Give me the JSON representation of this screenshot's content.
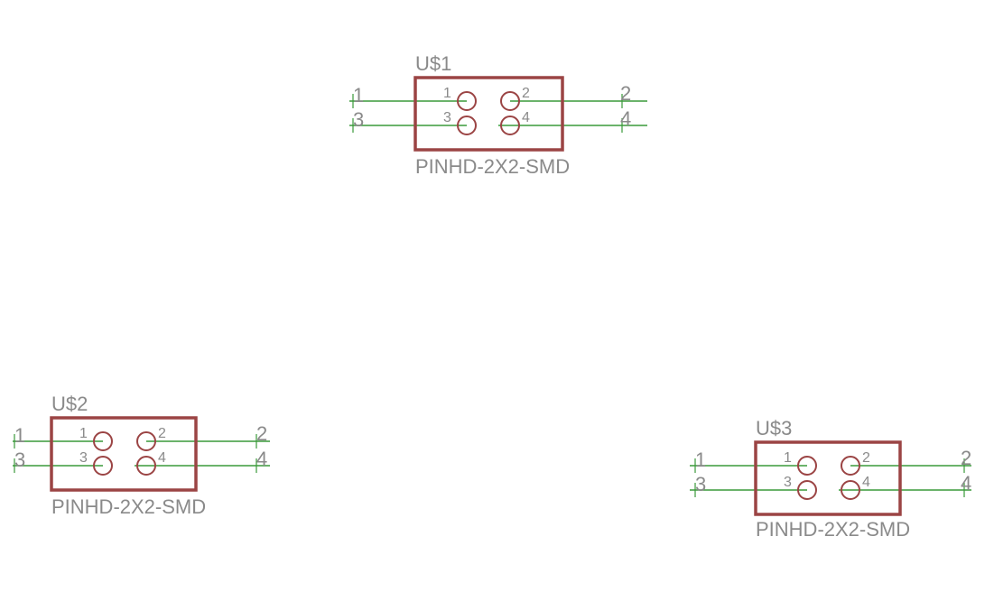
{
  "colors": {
    "net": "#3a9a3a",
    "body": "#9b4444",
    "text": "#8a8a8a"
  },
  "components": [
    {
      "name": "U$1",
      "value": "PINHD-2X2-SMD",
      "ends": {
        "left_top": "1",
        "left_bottom": "3",
        "right_top": "2",
        "right_bottom": "4"
      },
      "pads": [
        "1",
        "2",
        "3",
        "4"
      ]
    },
    {
      "name": "U$2",
      "value": "PINHD-2X2-SMD",
      "ends": {
        "left_top": "1",
        "left_bottom": "3",
        "right_top": "2",
        "right_bottom": "4"
      },
      "pads": [
        "1",
        "2",
        "3",
        "4"
      ]
    },
    {
      "name": "U$3",
      "value": "PINHD-2X2-SMD",
      "ends": {
        "left_top": "1",
        "left_bottom": "3",
        "right_top": "2",
        "right_bottom": "4"
      },
      "pads": [
        "1",
        "2",
        "3",
        "4"
      ]
    }
  ]
}
